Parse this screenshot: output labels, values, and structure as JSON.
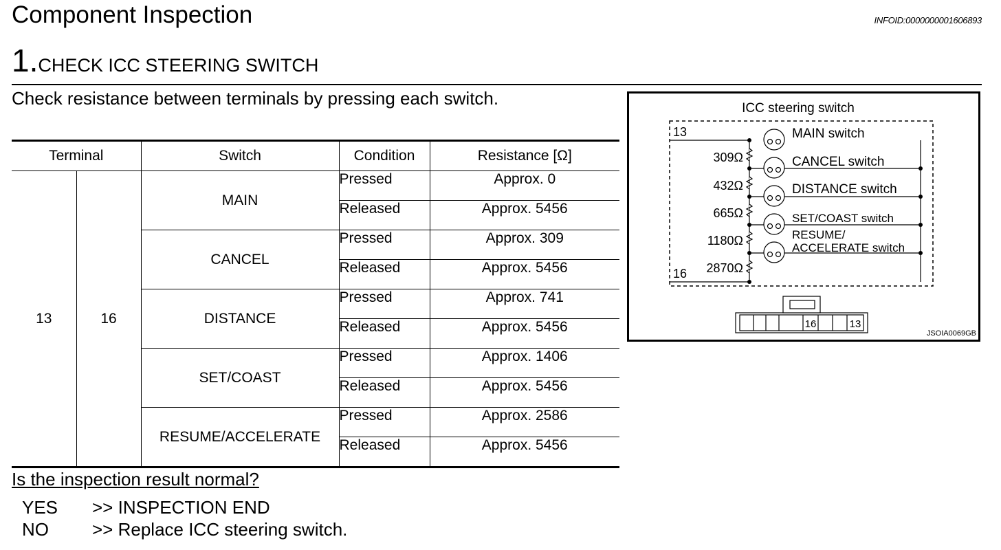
{
  "page": {
    "title": "Component Inspection",
    "infoid": "INFOID:0000000001606893",
    "step_number": "1.",
    "step_title": "CHECK ICC STEERING SWITCH",
    "instruction": "Check resistance between terminals by pressing each switch."
  },
  "table": {
    "headers": {
      "terminal": "Terminal",
      "switch": "Switch",
      "condition": "Condition",
      "resistance": "Resistance [Ω]"
    },
    "terminal_a": "13",
    "terminal_b": "16",
    "rows": [
      {
        "switch": "MAIN",
        "pressed_label": "Pressed",
        "pressed_value": "Approx. 0",
        "released_label": "Released",
        "released_value": "Approx. 5456"
      },
      {
        "switch": "CANCEL",
        "pressed_label": "Pressed",
        "pressed_value": "Approx. 309",
        "released_label": "Released",
        "released_value": "Approx. 5456"
      },
      {
        "switch": "DISTANCE",
        "pressed_label": "Pressed",
        "pressed_value": "Approx. 741",
        "released_label": "Released",
        "released_value": "Approx. 5456"
      },
      {
        "switch": "SET/COAST",
        "pressed_label": "Pressed",
        "pressed_value": "Approx. 1406",
        "released_label": "Released",
        "released_value": "Approx. 5456"
      },
      {
        "switch": "RESUME/ACCELERATE",
        "pressed_label": "Pressed",
        "pressed_value": "Approx. 2586",
        "released_label": "Released",
        "released_value": "Approx. 5456"
      }
    ]
  },
  "question": "Is the inspection result normal?",
  "answers": {
    "yes_key": "YES",
    "yes_value": ">> INSPECTION END",
    "no_key": "NO",
    "no_value": ">> Replace ICC steering switch."
  },
  "figure": {
    "title": "ICC steering switch",
    "terminal_top": "13",
    "terminal_bottom": "16",
    "resistors": [
      "309Ω",
      "432Ω",
      "665Ω",
      "1180Ω",
      "2870Ω"
    ],
    "switches": {
      "main": "MAIN switch",
      "cancel": "CANCEL switch",
      "distance": "DISTANCE switch",
      "setcoast": "SET/COAST switch",
      "resume_line1": "RESUME/",
      "resume_line2": "ACCELERATE switch"
    },
    "connector_pin_a": "16",
    "connector_pin_b": "13",
    "figure_code": "JSOIA0069GB"
  }
}
